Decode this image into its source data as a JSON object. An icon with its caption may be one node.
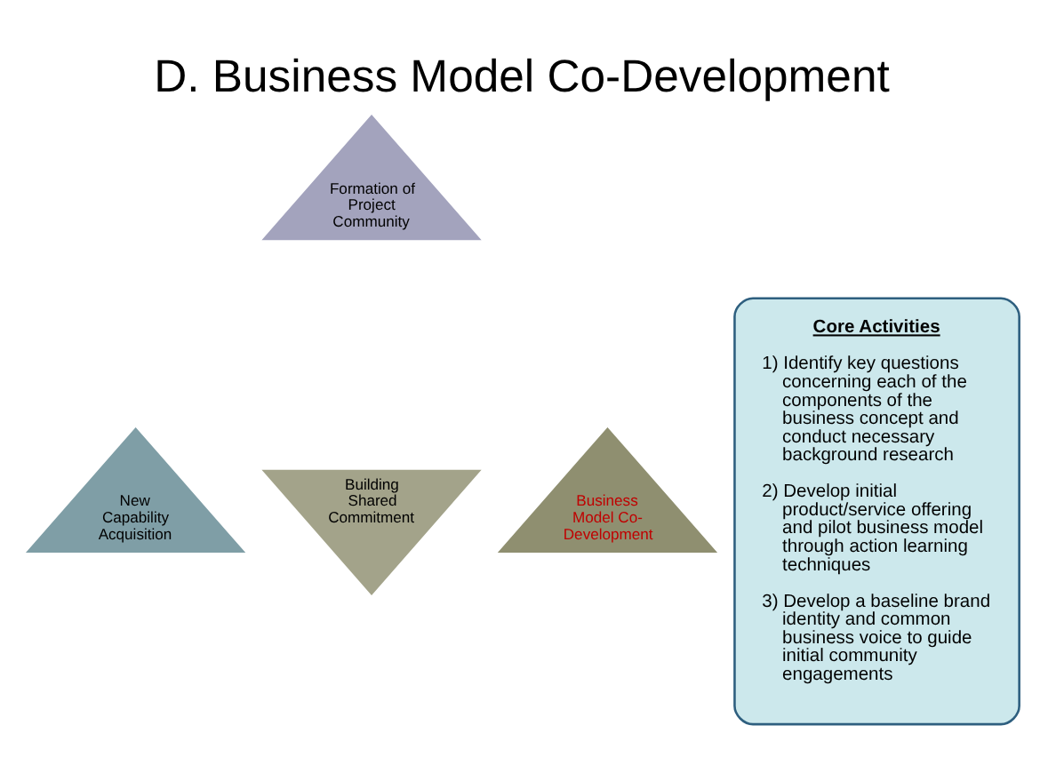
{
  "diagram": {
    "title": "D. Business Model Co-Development",
    "nodes": [
      {
        "text": [
          "Formation of Project Community"
        ]
      },
      {
        "text": [
          "New Capability Acquisition"
        ]
      },
      {
        "text": [
          "Building Shared Commitment"
        ]
      },
      {
        "text": [
          "Business Model Co-Development"
        ]
      },
      {
        "text": [
          "Core Activities",
          "1) Identify key questions concerning each of the components of the business concept and conduct necessary background research",
          "2) Develop initial product/service offering and pilot business model through action learning techniques",
          "3) Develop a baseline brand identity and common business voice to guide initial community engagements"
        ]
      }
    ]
  }
}
